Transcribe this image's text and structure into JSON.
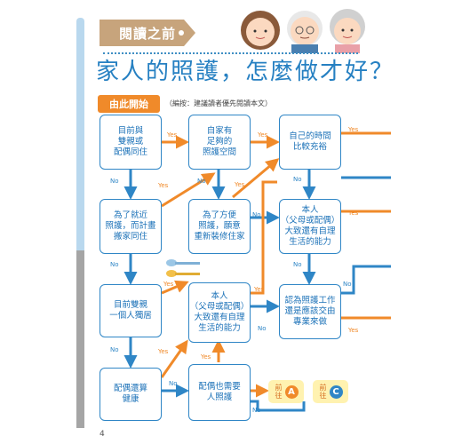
{
  "header": {
    "tag_label": "閱讀之前",
    "title": "家人的照護，怎麼做才好？"
  },
  "start_label": "由此開始",
  "note": "（編按：建議讀者優先閱讀本文）",
  "page_number": "4",
  "flow": {
    "box_a1": "目前與\n雙親或\n配偶同住",
    "box_a2": "為了就近\n照護，而計畫\n搬家同住",
    "box_a3": "目前雙親\n一個人獨居",
    "box_a4": "配偶還算\n健康",
    "box_b1": "自家有\n足夠的\n照護空間",
    "box_b2": "為了方便\n照護，願意\n重新裝修住家",
    "box_b3": "本人\n（父母或配偶）\n大致還有自理\n生活的能力",
    "box_b4": "配偶也需要\n人照護",
    "box_c1": "自己的時間\n比較充裕",
    "box_c2": "本人\n（父母或配偶）\n大致還有自理\n生活的能力",
    "box_c3": "認為照護工作\n還是應該交由\n專業來做",
    "yes": "Yes",
    "no": "No",
    "goto_text": "前\n往",
    "goto_a": "A",
    "goto_c": "C"
  },
  "colors": {
    "blue": "#2f86c6",
    "orange": "#f08a2a",
    "badge_a": "#f08a2a",
    "badge_c": "#2f86c6",
    "tag": "#c7a47c"
  }
}
